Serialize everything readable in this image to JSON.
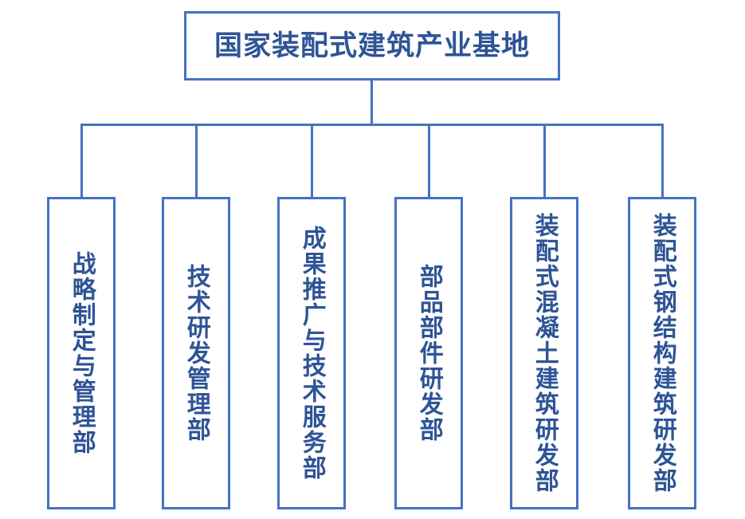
{
  "diagram": {
    "type": "org-chart",
    "title_node": {
      "label": "国家装配式建筑产业基地"
    },
    "departments": [
      {
        "label": "战略制定与管理部"
      },
      {
        "label": "技术研发管理部"
      },
      {
        "label": "成果推广与技术服务部"
      },
      {
        "label": "部品部件研发部"
      },
      {
        "label": "装配式混凝土建筑研发部"
      },
      {
        "label": "装配式钢结构建筑研发部"
      }
    ],
    "colors": {
      "border": "#4472c4",
      "text": "#2e5496",
      "background": "#ffffff"
    }
  }
}
